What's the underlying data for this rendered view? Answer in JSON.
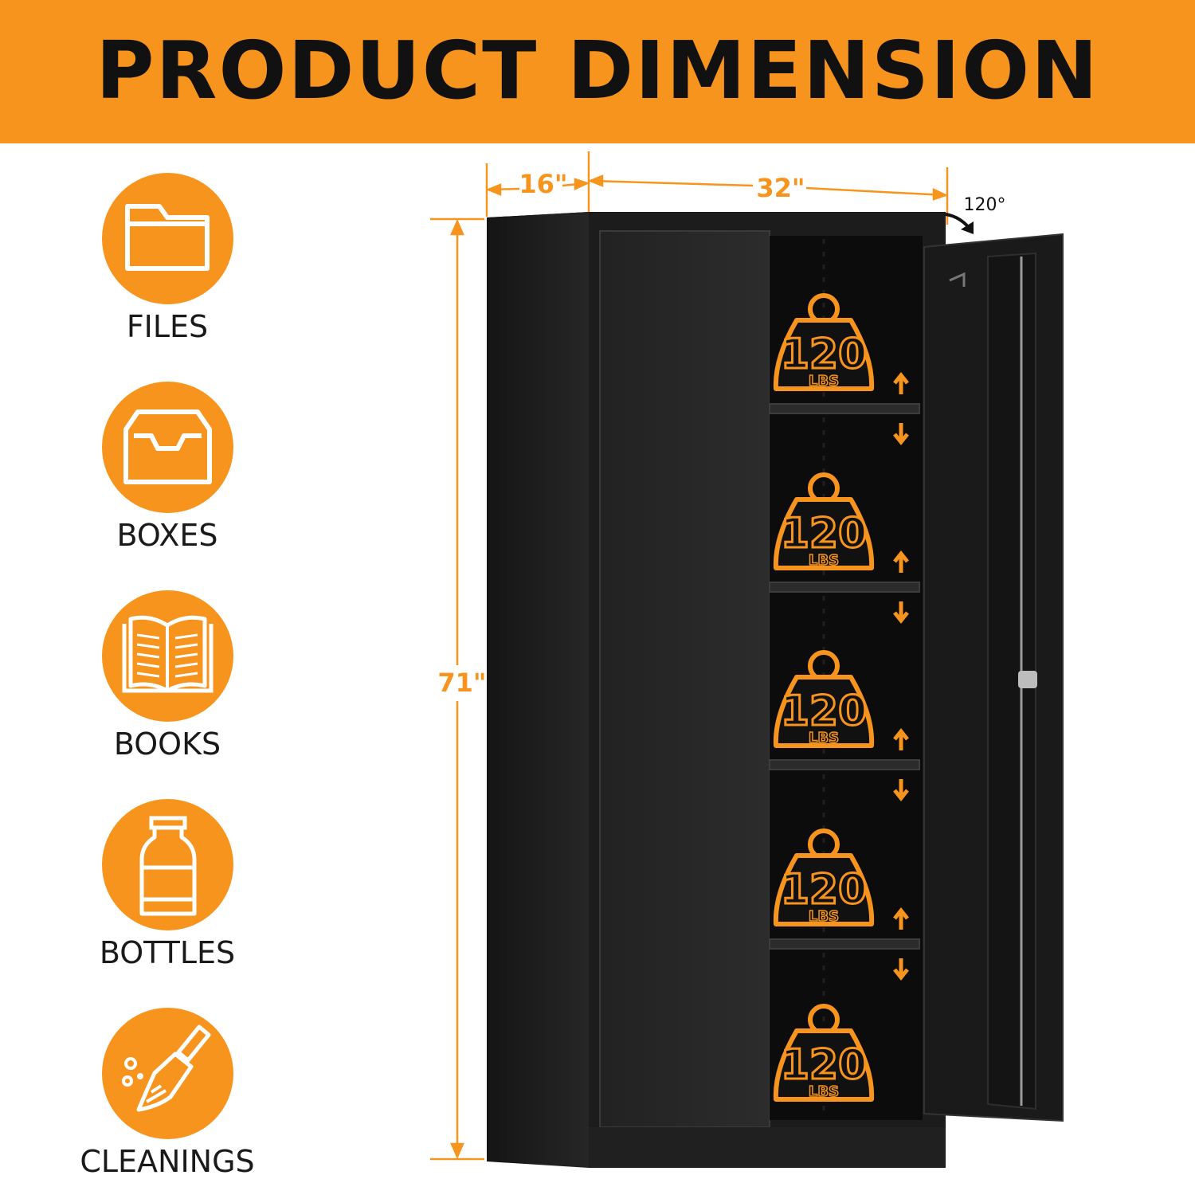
{
  "banner": {
    "title": "PRODUCT DIMENSION"
  },
  "categories": [
    {
      "label": "FILES",
      "icon": "folder-icon"
    },
    {
      "label": "BOXES",
      "icon": "tray-icon"
    },
    {
      "label": "BOOKS",
      "icon": "open-book-icon"
    },
    {
      "label": "BOTTLES",
      "icon": "bottle-icon"
    },
    {
      "label": "CLEANINGS",
      "icon": "broom-icon"
    }
  ],
  "dimensions": {
    "depth": "16\"",
    "width": "32\"",
    "height": "71\"",
    "door_angle": "120°"
  },
  "shelves": [
    {
      "weight": "120",
      "unit": "LBS"
    },
    {
      "weight": "120",
      "unit": "LBS"
    },
    {
      "weight": "120",
      "unit": "LBS"
    },
    {
      "weight": "120",
      "unit": "LBS"
    },
    {
      "weight": "120",
      "unit": "LBS"
    }
  ],
  "colors": {
    "accent": "#F7941D",
    "cabinet": "#1b1b1b",
    "text": "#1a1a1a"
  }
}
